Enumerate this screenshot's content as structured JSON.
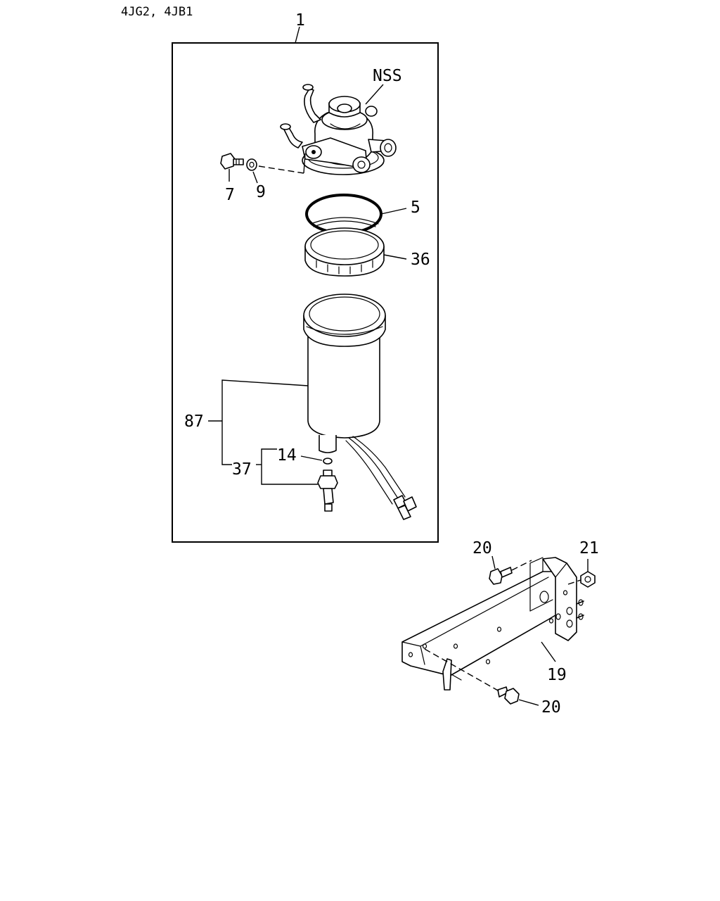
{
  "header": {
    "models": "4JG2, 4JB1"
  },
  "callouts": {
    "assembly": "1",
    "head": "NSS",
    "bolt": "7",
    "washer": "9",
    "o_ring": "5",
    "ring_nut": "36",
    "element": "87",
    "drain_plug_assy": "37",
    "drain_o_ring": "14",
    "bracket": "19",
    "bolt_upper": "20",
    "nut": "21",
    "bolt_lower": "20"
  }
}
